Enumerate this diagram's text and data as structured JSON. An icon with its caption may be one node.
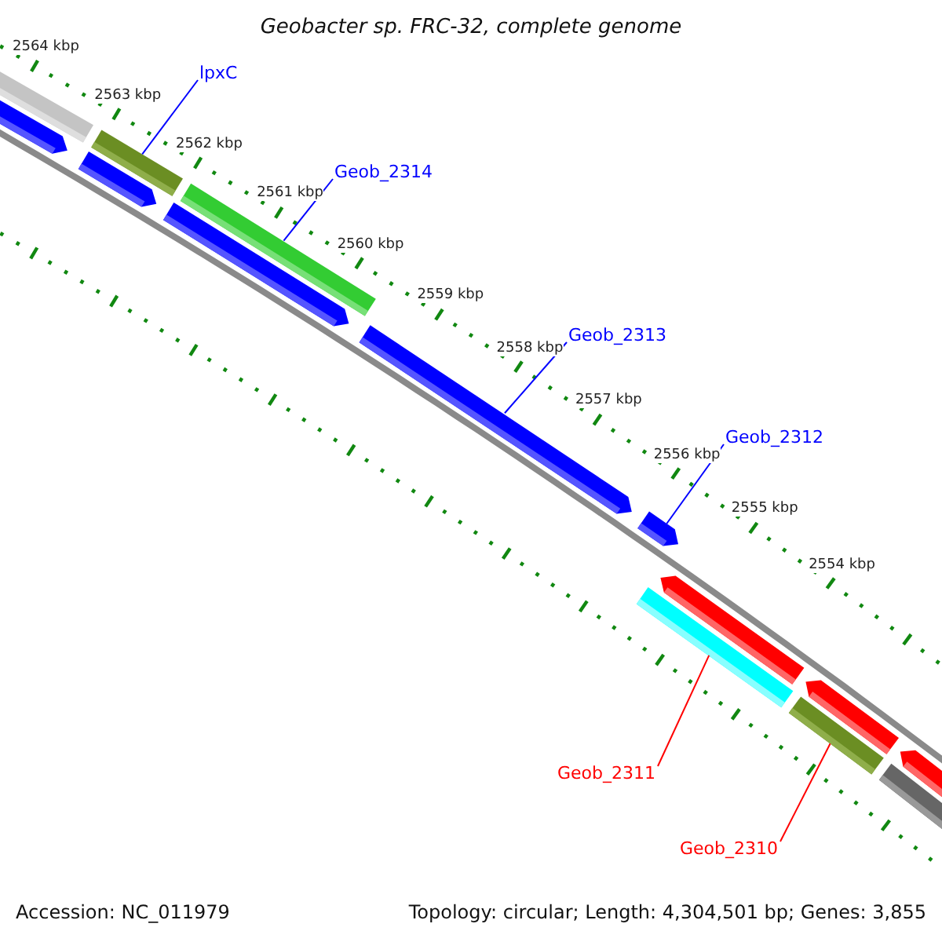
{
  "diagram": {
    "title": "Geobacter sp. FRC-32, complete genome",
    "nodes": [
      {
        "text": [
          "lpxC"
        ]
      },
      {
        "text": [],
        "shape": "bar"
      },
      {
        "text": [
          "Geob_2314"
        ]
      },
      {
        "text": [],
        "shape": "bar"
      },
      {
        "text": [
          "Geob_2313"
        ]
      },
      {
        "text": [],
        "shape": "bar"
      },
      {
        "text": [
          "Geob_2312"
        ]
      },
      {
        "text": [],
        "shape": "bar"
      },
      {
        "text": [
          "Geob_2311"
        ]
      },
      {
        "text": [],
        "shape": "bar"
      },
      {
        "text": [
          "Geob_2310"
        ]
      },
      {
        "text": [],
        "shape": "bar"
      }
    ],
    "edges": [
      {
        "from": 0,
        "to": 1,
        "arrow": "none"
      },
      {
        "from": 2,
        "to": 3,
        "arrow": "none"
      },
      {
        "from": 4,
        "to": 5,
        "arrow": "none"
      },
      {
        "from": 6,
        "to": 7,
        "arrow": "none"
      },
      {
        "from": 8,
        "to": 9,
        "arrow": "none",
        "color": "#ff0000"
      },
      {
        "from": 10,
        "to": 11,
        "arrow": "none",
        "color": "#ff0000"
      }
    ],
    "labels": [
      "2564 kbp",
      "2563 kbp",
      "2562 kbp",
      "2561 kbp",
      "2560 kbp",
      "2559 kbp",
      "2558 kbp",
      "2557 kbp",
      "2556 kbp",
      "2555 kbp",
      "2554 kbp",
      "Accession: NC_011979",
      "Topology: circular; Length: 4,304,501 bp; Genes: 3,855"
    ]
  }
}
